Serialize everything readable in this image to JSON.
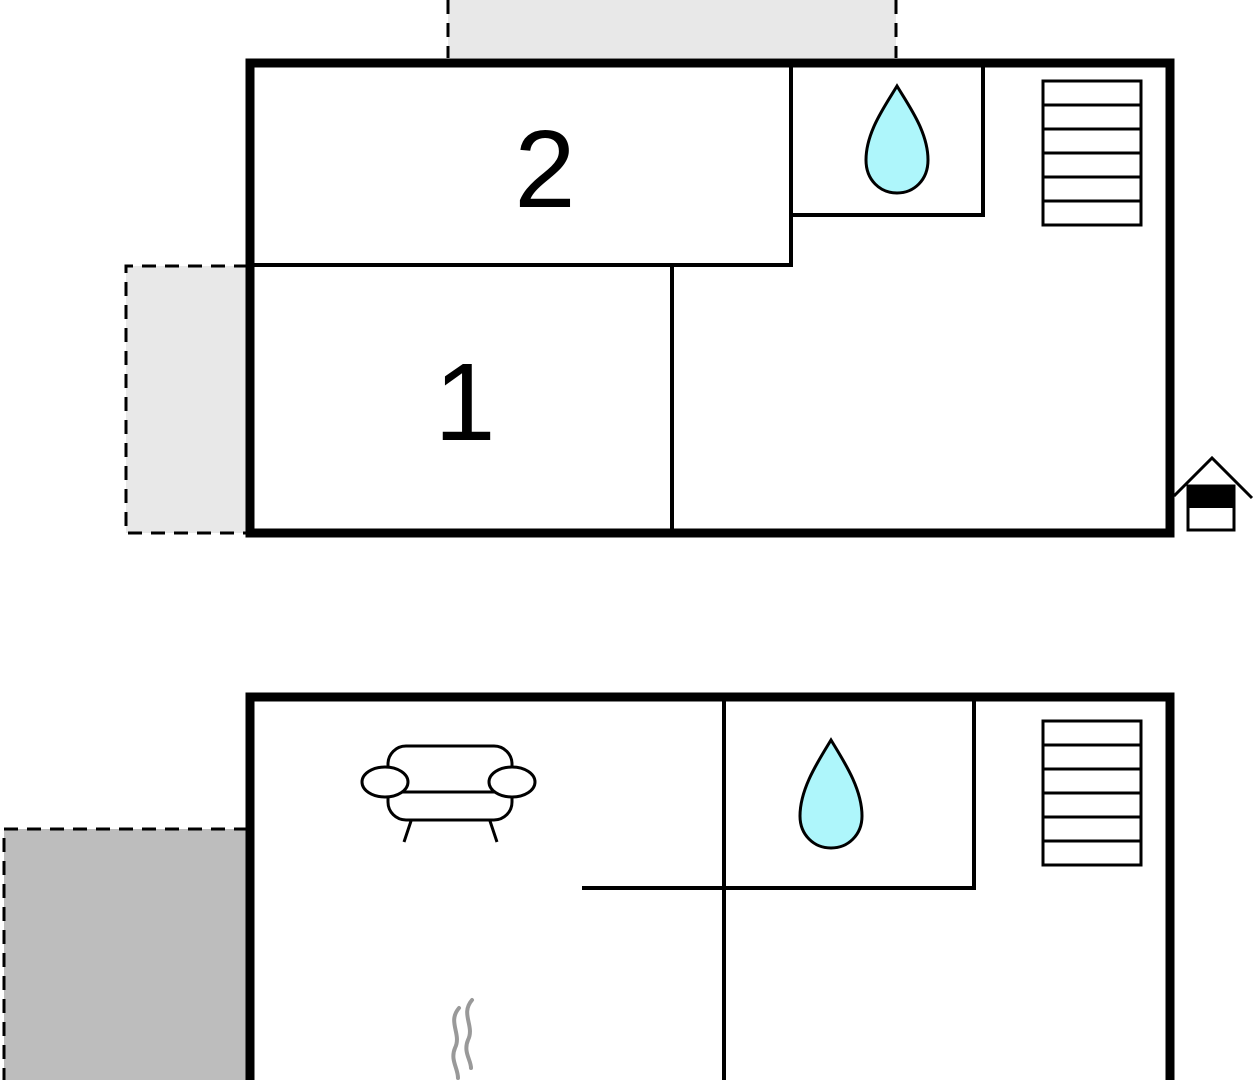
{
  "colors": {
    "wall": "#000000",
    "terrace_light": "#e8e8e8",
    "terrace_dark": "#bdbdbd",
    "water": "#aef6fb",
    "heat": "#999999"
  },
  "upper_floor": {
    "rooms": [
      {
        "number": "2",
        "kind": "bedroom"
      },
      {
        "number": "1",
        "kind": "bedroom"
      }
    ],
    "icons": [
      "water-drop-icon",
      "stairs-icon",
      "house-entrance-icon"
    ]
  },
  "lower_floor": {
    "icons": [
      "armchair-icon",
      "water-drop-icon",
      "stairs-icon",
      "heating-icon"
    ]
  }
}
